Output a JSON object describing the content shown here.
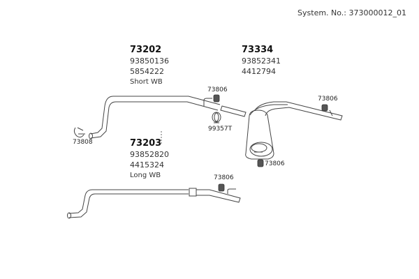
{
  "header": {
    "system_number": "System. No.: 373000012_01"
  },
  "groups": [
    {
      "part": "73202",
      "ref1": "93850136",
      "ref2": "5854222",
      "note": "Short WB"
    },
    {
      "part": "73334",
      "ref1": "93852341",
      "ref2": "4412794",
      "note": ""
    },
    {
      "part": "73203",
      "ref1": "93852820",
      "ref2": "4415324",
      "note": "Long WB"
    }
  ],
  "callouts": {
    "hanger_top_mid": "73806",
    "clamp_mid": "99357T",
    "hanger_top_right": "73806",
    "hanger_muffler": "73806",
    "clamp_left": "73808",
    "hanger_long": "73806"
  },
  "colors": {
    "line": "#444444",
    "background": "#ffffff"
  }
}
